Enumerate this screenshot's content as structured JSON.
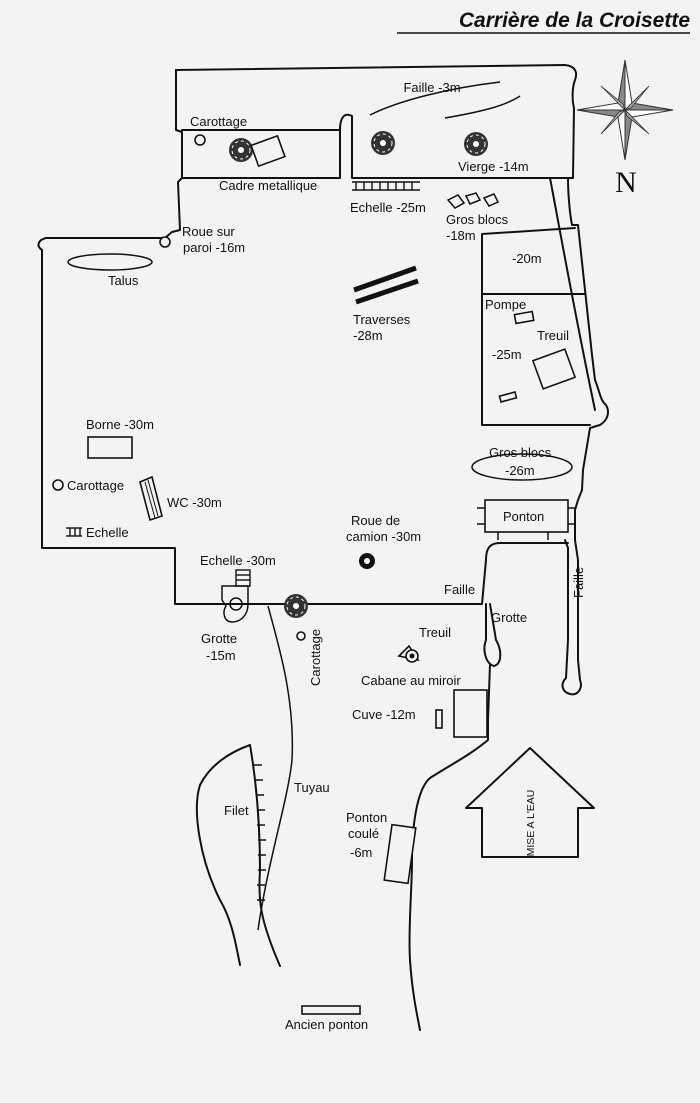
{
  "title": "Carrière de la Croisette",
  "compass": {
    "north_letter": "N"
  },
  "labels": {
    "faille_top": "Faille -3m",
    "carottage_top": "Carottage",
    "cadre": "Cadre metallique",
    "echelle_25": "Echelle -25m",
    "vierge": "Vierge -14m",
    "gros_blocs_18_a": "Gros blocs",
    "gros_blocs_18_b": "-18m",
    "roue_paroi_a": "Roue sur",
    "roue_paroi_b": "paroi -16m",
    "talus": "Talus",
    "moins20": "-20m",
    "traverses_a": "Traverses",
    "traverses_b": "-28m",
    "pompe": "Pompe",
    "treuil_right": "Treuil",
    "moins25": "-25m",
    "borne": "Borne -30m",
    "gros_blocs_26_a": "Gros blocs",
    "gros_blocs_26_b": "-26m",
    "carottage_left": "Carottage",
    "wc": "WC -30m",
    "echelle_left": "Echelle",
    "ponton": "Ponton",
    "roue_camion_a": "Roue de",
    "roue_camion_b": "camion -30m",
    "echelle_30": "Echelle -30m",
    "faille_mid": "Faille",
    "faille_right": "Faille",
    "grotte_right": "Grotte",
    "grotte_left_a": "Grotte",
    "grotte_left_b": "-15m",
    "carottage_vertical": "Carottage",
    "treuil_mid": "Treuil",
    "cabane": "Cabane au miroir",
    "cuve": "Cuve -12m",
    "tuyau": "Tuyau",
    "filet": "Filet",
    "mise_a_l_eau": "MISE A L'EAU",
    "ponton_coule_a": "Ponton",
    "ponton_coule_b": "coulé",
    "ponton_coule_c": "-6m",
    "ancien_ponton": "Ancien ponton"
  }
}
